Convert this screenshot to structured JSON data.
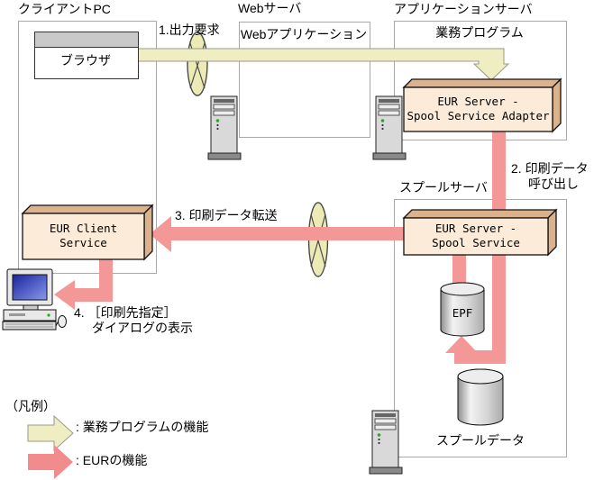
{
  "colors": {
    "business_flow": "#EFEEC2",
    "eur_flow": "#F49797",
    "component_face": "#FCEBD8",
    "component_side": "#DCB28D",
    "container_border": "#A9A9A9"
  },
  "containers": {
    "client_pc": {
      "label": "クライアントPC"
    },
    "web_server": {
      "label": "Webサーバ"
    },
    "app_server": {
      "label": "アプリケーションサーバ"
    },
    "spool_server": {
      "label": "スプールサーバ"
    }
  },
  "components": {
    "browser": {
      "label": "ブラウザ"
    },
    "web_application": {
      "label": "Webアプリケーション"
    },
    "business_program": {
      "label": "業務プログラム"
    },
    "spool_service_adapter": {
      "line1": "EUR Server -",
      "line2": "Spool Service Adapter"
    },
    "spool_service": {
      "line1": "EUR Server -",
      "line2": "Spool Service"
    },
    "eur_client_service": {
      "line1": "EUR Client",
      "line2": "Service"
    },
    "epf": {
      "label": "EPF"
    },
    "spool_data": {
      "label": "スプールデータ"
    }
  },
  "flows": {
    "step1": {
      "label": "1.出力要求",
      "from": "ブラウザ",
      "to": "EUR Server - Spool Service Adapter",
      "style": "business"
    },
    "step2": {
      "line1": "2. 印刷データ",
      "line2": "呼び出し",
      "from": "EUR Server - Spool Service Adapter",
      "to": "EPF",
      "style": "eur"
    },
    "epf_write": {
      "from": "EUR Server - Spool Service",
      "to": "EPF",
      "style": "eur"
    },
    "step3": {
      "label": "3. 印刷データ転送",
      "from": "EUR Server - Spool Service",
      "to": "EUR Client Service",
      "style": "eur"
    },
    "step4": {
      "line1": "4. ［印刷先指定］",
      "line2": "ダイアログの表示",
      "from": "EUR Client Service",
      "to": "クライアントPC",
      "style": "eur"
    }
  },
  "legend": {
    "title": "（凡例）",
    "items": [
      {
        "label": ": 業務プログラムの機能",
        "style": "business"
      },
      {
        "label": ": EURの機能",
        "style": "eur"
      }
    ]
  },
  "icons": {
    "network_link": "network-link-ellipse",
    "server_tower": "server-tower",
    "desktop_pc": "desktop-computer",
    "datastore": "cylinder-datastore"
  }
}
